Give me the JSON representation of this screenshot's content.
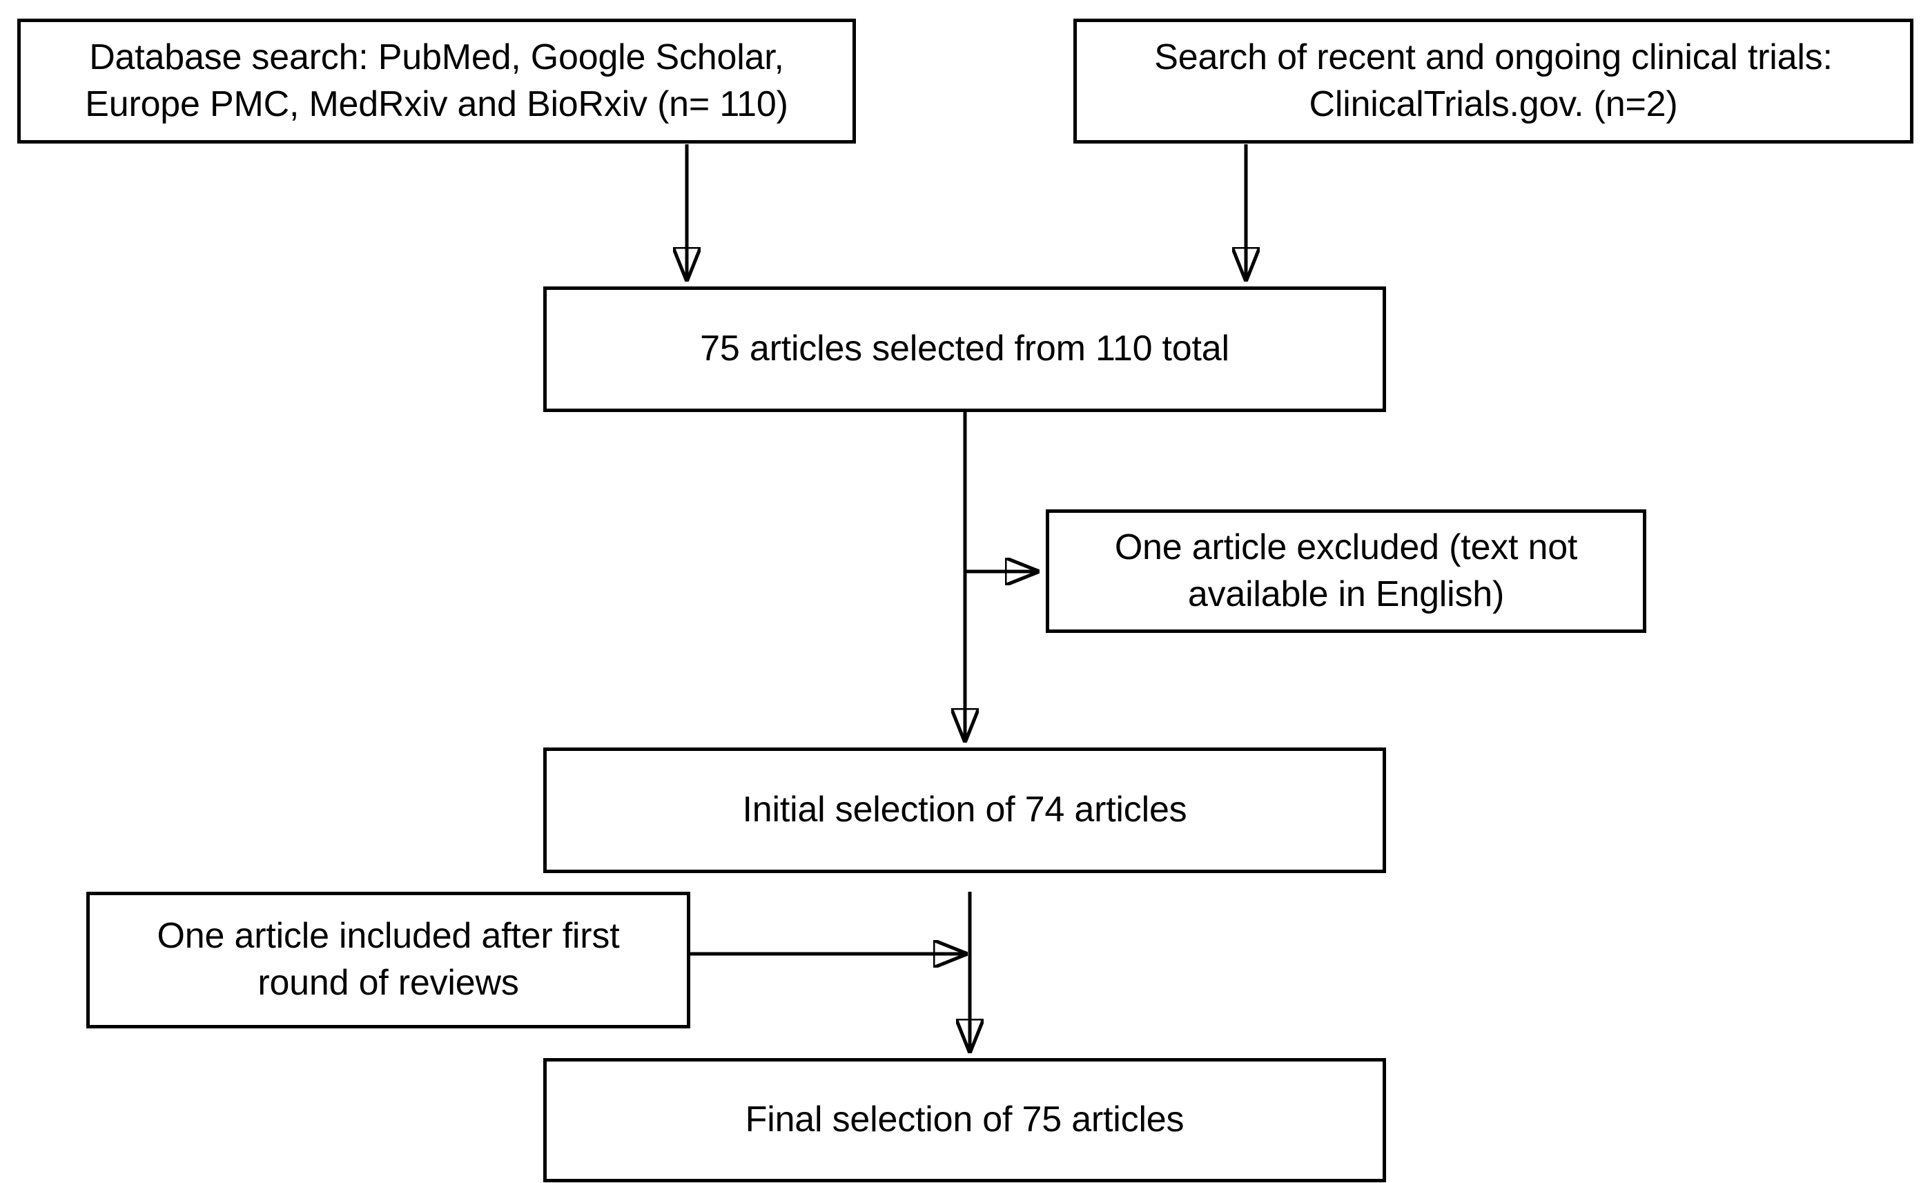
{
  "diagram": {
    "title": "Article selection flow diagram",
    "type": "flowchart",
    "background_color": "#ffffff",
    "line_color": "#000000",
    "text_color": "#000000",
    "nodes": [
      {
        "id": "database-search",
        "name": "database-search-box",
        "lines": [
          "Database search: PubMed, Google Scholar,",
          "Europe PMC, MedRxiv and BioRxiv (n= 110)"
        ],
        "text": "Database search: PubMed, Google Scholar, Europe PMC, MedRxiv and BioRxiv (n= 110)",
        "count": 110
      },
      {
        "id": "clinical-trials-search",
        "name": "clinical-trials-search-box",
        "lines": [
          "Search of recent and ongoing clinical trials:",
          "ClinicalTrials.gov. (n=2)"
        ],
        "text": "Search of recent and ongoing clinical trials: ClinicalTrials.gov. (n=2)",
        "count": 2
      },
      {
        "id": "selected-75",
        "name": "articles-selected-box",
        "lines": [
          "75 articles selected from 110 total"
        ],
        "text": "75 articles selected from 110 total",
        "count": 75
      },
      {
        "id": "excluded-one",
        "name": "article-excluded-box",
        "lines": [
          "One article excluded (text not",
          "available in English)"
        ],
        "text": "One article excluded (text not available in English)",
        "count": 1
      },
      {
        "id": "initial-74",
        "name": "initial-selection-box",
        "lines": [
          "Initial selection of 74 articles"
        ],
        "text": "Initial selection of 74 articles",
        "count": 74
      },
      {
        "id": "included-one",
        "name": "article-included-box",
        "lines": [
          "One article included after first",
          "round of reviews"
        ],
        "text": "One article included after first round of reviews",
        "count": 1
      },
      {
        "id": "final-75",
        "name": "final-selection-box",
        "lines": [
          "Final selection of 75 articles"
        ],
        "text": "Final selection of 75 articles",
        "count": 75
      }
    ],
    "edges": [
      {
        "id": "e1",
        "name": "arrow-database-search-to-selected",
        "from": "database-search",
        "to": "selected-75",
        "direction": "down"
      },
      {
        "id": "e2",
        "name": "arrow-clinical-trials-to-selected",
        "from": "clinical-trials-search",
        "to": "selected-75",
        "direction": "down"
      },
      {
        "id": "e3",
        "name": "arrow-selected-to-initial",
        "from": "selected-75",
        "to": "initial-74",
        "direction": "down"
      },
      {
        "id": "e4",
        "name": "arrow-selected-to-excluded",
        "from": "selected-75",
        "to": "excluded-one",
        "direction": "right"
      },
      {
        "id": "e5",
        "name": "arrow-initial-to-final",
        "from": "initial-74",
        "to": "final-75",
        "direction": "down"
      },
      {
        "id": "e6",
        "name": "arrow-included-to-final",
        "from": "included-one",
        "to": "final-75",
        "direction": "right"
      }
    ]
  }
}
